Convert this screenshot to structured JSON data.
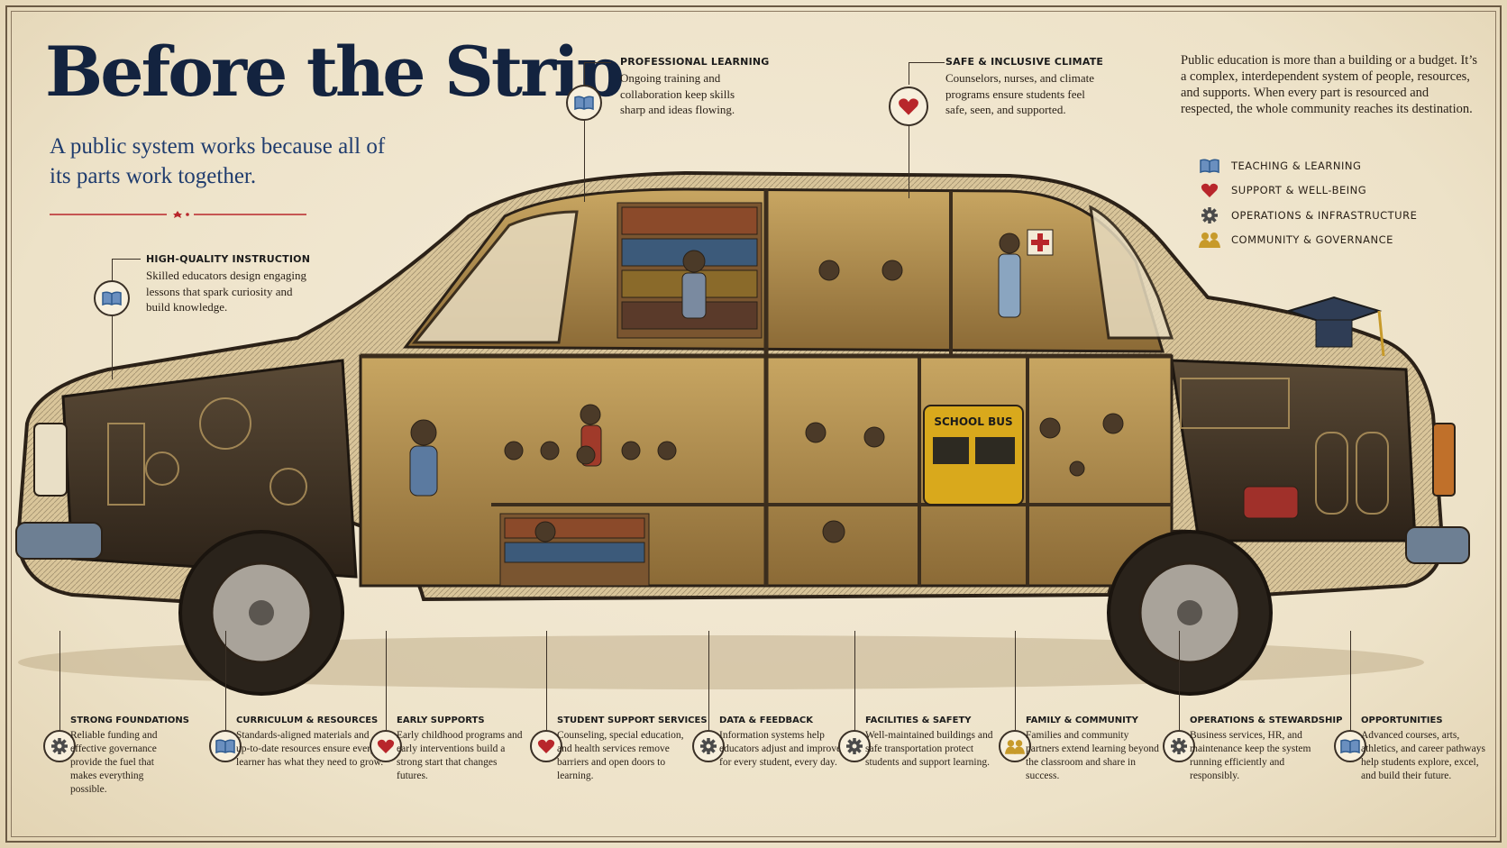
{
  "title": "Before the Strip",
  "subtitle": "A public system works because all of its parts work together.",
  "intro": "Public education is more than a building or a budget. It’s a complex, interdependent system of people, resources, and supports. When every part is resourced and respected, the whole community reaches its destination.",
  "legend": [
    {
      "icon": "book-icon",
      "label": "TEACHING & LEARNING",
      "color": "#2f5b8f"
    },
    {
      "icon": "heart-icon",
      "label": "SUPPORT & WELL-BEING",
      "color": "#b8262b"
    },
    {
      "icon": "gear-icon",
      "label": "OPERATIONS & INFRASTRUCTURE",
      "color": "#4a4a4a"
    },
    {
      "icon": "people-icon",
      "label": "COMMUNITY & GOVERNANCE",
      "color": "#c79a2a"
    }
  ],
  "callouts_top": [
    {
      "icon": "book-icon",
      "title": "HIGH-QUALITY INSTRUCTION",
      "text": "Skilled educators design engaging lessons that spark curiosity and build knowledge."
    },
    {
      "icon": "book-icon",
      "title": "PROFESSIONAL LEARNING",
      "text": "Ongoing training and collaboration keep skills sharp and ideas flowing."
    },
    {
      "icon": "heart-icon",
      "title": "SAFE & INCLUSIVE CLIMATE",
      "text": "Counselors, nurses, and climate programs ensure students feel safe, seen, and supported."
    }
  ],
  "callouts_bottom": [
    {
      "icon": "gear-icon",
      "title": "STRONG FOUNDATIONS",
      "text": "Reliable funding and effective governance provide the fuel that makes everything possible."
    },
    {
      "icon": "book-icon",
      "title": "CURRICULUM & RESOURCES",
      "text": "Standards-aligned materials and up-to-date resources ensure every learner has what they need to grow."
    },
    {
      "icon": "heart-icon",
      "title": "EARLY SUPPORTS",
      "text": "Early childhood programs and early interventions build a strong start that changes futures."
    },
    {
      "icon": "heart-icon",
      "title": "STUDENT SUPPORT SERVICES",
      "text": "Counseling, special education, and health services remove barriers and open doors to learning."
    },
    {
      "icon": "gear-icon",
      "title": "DATA & FEEDBACK",
      "text": "Information systems help educators adjust and improve for every student, every day."
    },
    {
      "icon": "gear-icon",
      "title": "FACILITIES & SAFETY",
      "text": "Well-maintained buildings and safe transportation protect students and support learning."
    },
    {
      "icon": "people-icon",
      "title": "FAMILY & COMMUNITY",
      "text": "Families and community partners extend learning beyond the classroom and share in success."
    },
    {
      "icon": "gear-icon",
      "title": "OPERATIONS & STEWARDSHIP",
      "text": "Business services, HR, and maintenance keep the system running efficiently and responsibly."
    },
    {
      "icon": "book-icon",
      "title": "OPPORTUNITIES",
      "text": "Advanced courses, arts, athletics, and career pathways help students explore, excel, and build their future."
    }
  ],
  "illustration": {
    "bus_sign": "SCHOOL BUS"
  },
  "colors": {
    "navy": "#13233f",
    "blue": "#2f5b8f",
    "red": "#b8262b",
    "gold": "#c79a2a",
    "ink": "#2a2118"
  }
}
